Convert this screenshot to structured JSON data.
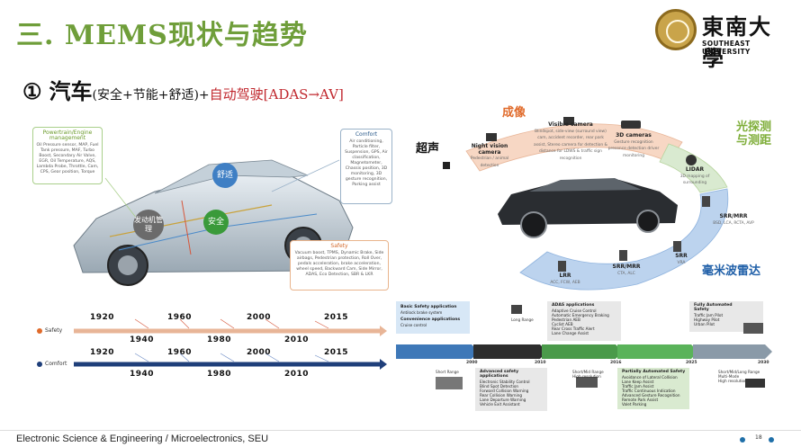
{
  "header": {
    "title": "三. MEMS现状与趋势",
    "logo_cn": "東南大學",
    "logo_en": "SOUTHEAST UNIVERSITY"
  },
  "subtitle": {
    "number": "①",
    "main": "汽车",
    "paren": "(安全+节能+舒适)+",
    "red": "自动驾驶[ADAS→AV]"
  },
  "car_diagram": {
    "powertrain": {
      "title": "Powertrain/Engine management",
      "text": "Oil Pressure sensor, MAP, Fuel Tank pressure, MAF, Turbo Boost, Secondary Air Valve, EGR, Oil Temperature, AQS, Lambda Probe, Throttle, Cam, CPS, Gear position, Torque"
    },
    "comfort": {
      "title": "Comfort",
      "text": "Air conditioning, Particle filter, Suspension, GPS, Air classification, Magnetometer, Chassis position, 3D monitoring, 3D gesture recognition, Parking assist"
    },
    "safety": {
      "title": "Safety",
      "text": "Vacuum boost, TPMS, Dynamic Brake, Side airbags, Pedestrian protection, Roll Over, pedals acceleration, brake acceleration, wheel speed, Backward Cam, Side Mirror, ADAS, Eco Detection, SBR & LKR"
    },
    "bubble_comfort": "舒适",
    "bubble_engine": "发动机管理",
    "bubble_safety": "安全"
  },
  "adas": {
    "label_ultrasonic": "超声",
    "label_camera": "成像",
    "label_lidar_cn": "光探测与测距",
    "label_radar_cn": "毫米波雷达",
    "night_vision": {
      "title": "Night vision camera",
      "desc": "Pedestrian / animal detection"
    },
    "visible": {
      "title": "Visible camera",
      "desc": "Blindspot, side-view (surround view) cam, accident recorder, rear park assist, Stereo camera for detection & distance for LDWS & traffic sign recognition"
    },
    "cam3d": {
      "title": "3D cameras",
      "desc": "Gesture recognition presence detection driver monitoring"
    },
    "lidar": {
      "title": "LIDAR",
      "desc": "3D mapping of surrounding"
    },
    "srr_mrr_r": {
      "title": "SRR/MRR",
      "desc": "BSD, LCA, RCTA, AVP"
    },
    "srr": {
      "title": "SRR",
      "desc": "VRA"
    },
    "srr_mrr_c": {
      "title": "SRR/MRR",
      "desc": "CTA, ALC"
    },
    "lrr": {
      "title": "LRR",
      "desc": "ACC, FCW, AEB"
    }
  },
  "timeline": {
    "safety_label": "Safety",
    "comfort_label": "Comfort",
    "years_top_1": [
      "1920",
      "1960",
      "2000",
      "2015"
    ],
    "years_bottom_1": [
      "1940",
      "1980",
      "2010"
    ],
    "years_top_2": [
      "1920",
      "1960",
      "2000",
      "2015"
    ],
    "years_bottom_2": [
      "1940",
      "1980",
      "2010"
    ]
  },
  "roadmap": {
    "years": [
      "2000",
      "2010",
      "2016",
      "2025",
      "2030"
    ],
    "basic": {
      "hd": "Basic Safety application",
      "items": [
        "Antilock brake system"
      ]
    },
    "convenience": {
      "hd": "Convenience applications",
      "items": [
        "Cruise control"
      ]
    },
    "adas": {
      "hd": "ADAS applications",
      "items": [
        "Adaptive Cruise Control",
        "Automatic Emergency Braking",
        "Pedestrian AEB",
        "Cyclist AEB",
        "Rear Cross Traffic Alert",
        "Lane Change Assist"
      ]
    },
    "full": {
      "hd": "Fully Automated Safety",
      "items": [
        "Traffic Jam Pilot",
        "Highway Pilot",
        "Urban Pilot"
      ]
    },
    "advanced": {
      "hd": "Advanced safety applications",
      "items": [
        "Electronic Stability Control",
        "Blind Spot Detection",
        "Forward Collision Warning",
        "Rear Collision Warning",
        "Lane Departure Warning",
        "Vehicle Exit Assistant"
      ]
    },
    "partial": {
      "hd": "Partially Automated Safety",
      "items": [
        "Avoidance of Lateral Collision",
        "Lane Keep Assist",
        "Traffic Jam Assist",
        "Traffic Continuous Indication",
        "Advanced Gesture Recognition",
        "Remote Park Assist",
        "Valet Parking"
      ]
    },
    "long_range": "Long Range",
    "short_range": "Short Range",
    "short_mid_1": "Short/Mid Range",
    "high_res": "High resolution",
    "short_mid_2": "Short/Mid/Long Range",
    "multi_mode": "Multi-Mode",
    "high_res_2": "High resolution"
  },
  "footer": {
    "text": "Electronic Science & Engineering / Microelectronics, SEU",
    "page": "18"
  },
  "colors": {
    "title_green": "#6f9e3a",
    "red": "#c0272d",
    "radar_blue": "#1f5fa8",
    "lidar_green": "#7fae3a",
    "camera_orange": "#e06a2a"
  }
}
